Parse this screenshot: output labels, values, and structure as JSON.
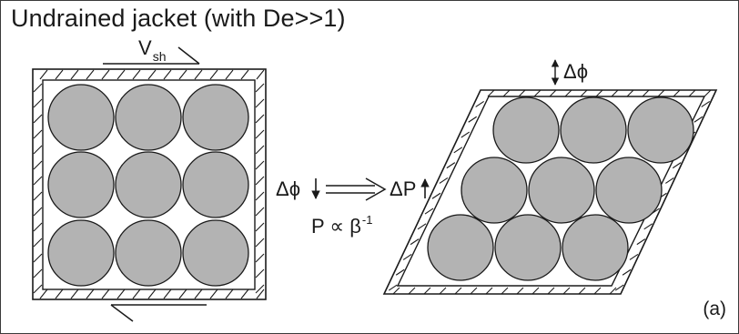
{
  "title": "Undrained jacket (with De>>1)",
  "labels": {
    "shear_velocity": "V",
    "shear_velocity_sub": "sh",
    "porosity_change": "Δϕ",
    "porosity_change_relation": "Δϕ",
    "pressure_change": "ΔP",
    "proportionality_lhs": "P ∝ β",
    "proportionality_exp": "-1",
    "panel": "(a)"
  },
  "colors": {
    "grain_fill": "#b3b3b3",
    "stroke": "#1a1a1a",
    "background": "#ffffff"
  },
  "icons": {
    "implies_arrow": "double-right-arrow",
    "porosity_arrow": "down-arrow",
    "pressure_arrow": "up-arrow",
    "thickness_arrow": "double-vertical-arrow"
  }
}
